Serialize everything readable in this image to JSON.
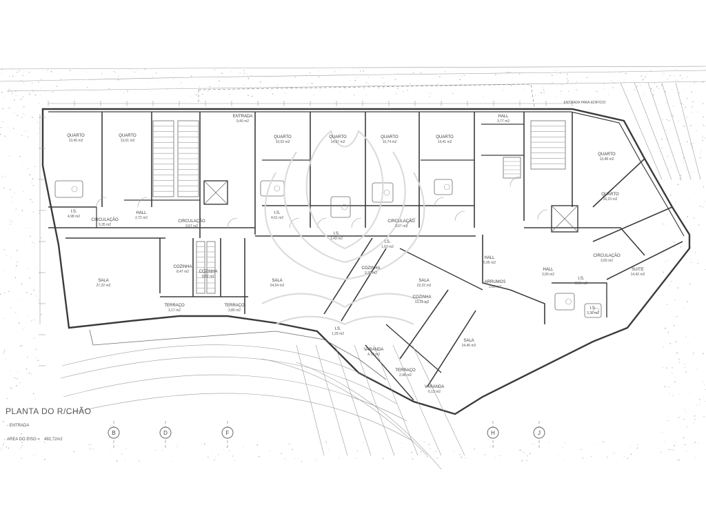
{
  "title": {
    "heading": "PLANTA DO R/CHÃO",
    "subtitle": "- ENTRADA",
    "area_label": "AREA DO PISO =",
    "area_value": "492,72m2"
  },
  "top_note": "ENTRADA PARA EDIFÍCIO",
  "axes": [
    "B",
    "D",
    "F",
    "H",
    "J"
  ],
  "rooms": [
    {
      "label": "QUARTO",
      "area": "13,45 m2"
    },
    {
      "label": "QUARTO",
      "area": "13,61 m2"
    },
    {
      "label": "ENTRADA",
      "area": "9,40 m2"
    },
    {
      "label": "QUARTO",
      "area": "10,03 m2"
    },
    {
      "label": "QUARTO",
      "area": "14,67 m2"
    },
    {
      "label": "QUARTO",
      "area": "10,74 m2"
    },
    {
      "label": "QUARTO",
      "area": "14,41 m2"
    },
    {
      "label": "HALL",
      "area": "3,77 m2"
    },
    {
      "label": "QUARTO",
      "area": "13,48 m2"
    },
    {
      "label": "QUARTO",
      "area": "16,23 m2"
    },
    {
      "label": "I.S.",
      "area": "4,98 m2"
    },
    {
      "label": "CIRCULAÇÃO",
      "area": "5,35 m2"
    },
    {
      "label": "HALL",
      "area": "2,72 m2"
    },
    {
      "label": "CIRCULAÇÃO",
      "area": "3,67 m2"
    },
    {
      "label": "I.S.",
      "area": "4,61 m2"
    },
    {
      "label": "CIRCULAÇÃO",
      "area": "3,67 m2"
    },
    {
      "label": "I.S.",
      "area": "1,43 m2"
    },
    {
      "label": "I.S.",
      "area": "1,63 m2"
    },
    {
      "label": "SALA",
      "area": "27,22 m2"
    },
    {
      "label": "COZINHA",
      "area": "8,47 m2"
    },
    {
      "label": "COZINHA",
      "area": "8,52 m2"
    },
    {
      "label": "SALA",
      "area": "24,54 m2"
    },
    {
      "label": "COZINHA",
      "area": "9,39 m2"
    },
    {
      "label": "SALA",
      "area": "22,22 m2"
    },
    {
      "label": "HALL",
      "area": "5,95 m2"
    },
    {
      "label": "ARRUMOS",
      "area": "2,65 m2"
    },
    {
      "label": "HALL",
      "area": "3,00 m2"
    },
    {
      "label": "CIRCULAÇÃO",
      "area": "3,60 m2"
    },
    {
      "label": "SUITE",
      "area": "14,42 m2"
    },
    {
      "label": "I.S.",
      "area": "3,55 m2"
    },
    {
      "label": "I.S.",
      "area": "3,38 m2"
    },
    {
      "label": "TERRAÇO",
      "area": "3,17 m2"
    },
    {
      "label": "TERRAÇO",
      "area": "3,80 m2"
    },
    {
      "label": "I.S.",
      "area": "1,29 m2"
    },
    {
      "label": "VARANDA",
      "area": "4,70 m2"
    },
    {
      "label": "COZINHA",
      "area": "13,21 m2"
    },
    {
      "label": "SALA",
      "area": "24,46 m2"
    },
    {
      "label": "VARANDA",
      "area": "6,13 m2"
    },
    {
      "label": "TERRAÇO",
      "area": "2,48 m2"
    }
  ],
  "colors": {
    "paper": "#ffffff",
    "ink": "#3a3a3a",
    "watermark": "#d9d9d9"
  }
}
